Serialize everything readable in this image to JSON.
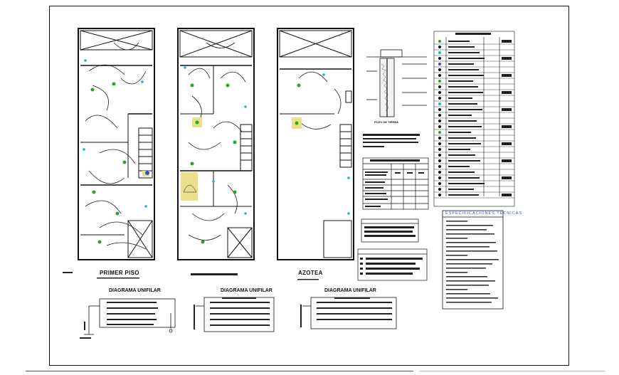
{
  "floor_labels": {
    "first_floor": "PRIMER PISO",
    "roof": "AZOTEA"
  },
  "diagram_titles": {
    "d1": "DIAGRAMA UNIFILAR",
    "d2": "DIAGRAMA UNIFILAR",
    "d3": "DIAGRAMA UNIFILAR"
  },
  "specs": {
    "title": "ESPECIFICACIONES TECNICAS"
  },
  "detail": {
    "title": "POZO DE TIERRA"
  },
  "colors": {
    "line": "#111111",
    "wire": "#1a1a1a",
    "green": "#2aa52a",
    "cyan": "#16b6c9",
    "blue": "#2d4fd6",
    "red": "#d22",
    "yellow": "#e8e08a"
  }
}
